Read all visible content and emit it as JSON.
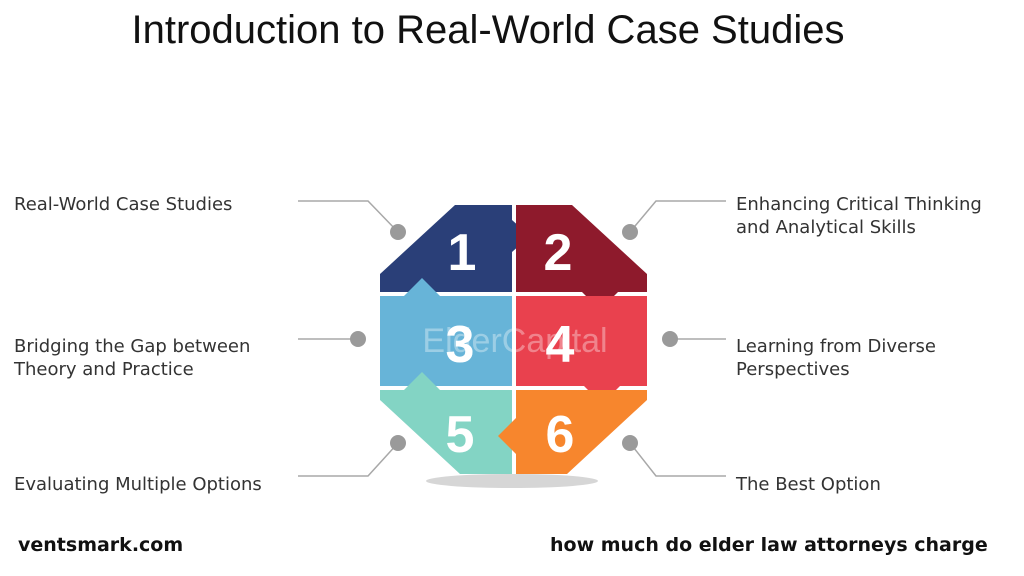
{
  "title": "Introduction to Real-World Case Studies",
  "watermark": "ElderCapital",
  "pieces": [
    {
      "number": "1",
      "label": "Real-World Case Studies",
      "color": "#2a3f78"
    },
    {
      "number": "2",
      "label": "Enhancing Critical Thinking\nand Analytical Skills",
      "color": "#8e1a2c"
    },
    {
      "number": "3",
      "label": "Bridging the Gap between\nTheory and Practice",
      "color": "#67b4d8"
    },
    {
      "number": "4",
      "label": "Learning from Diverse\nPerspectives",
      "color": "#e9414e"
    },
    {
      "number": "5",
      "label": "Evaluating Multiple Options",
      "color": "#83d4c4"
    },
    {
      "number": "6",
      "label": "The Best Option",
      "color": "#f7862d"
    }
  ],
  "footer": {
    "left": "ventsmark.com",
    "right": "how much do elder law attorneys charge"
  }
}
